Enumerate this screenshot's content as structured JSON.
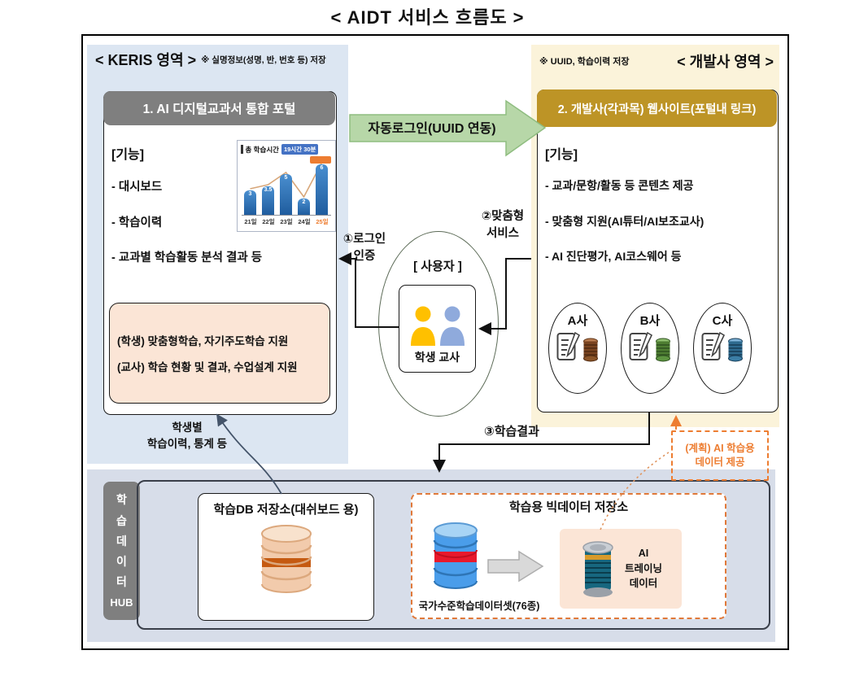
{
  "page_title": "< AIDT 서비스 흐름도 >",
  "keris": {
    "header": "< KERIS 영역 >",
    "note": "※ 실명정보(성명, 반, 번호 등) 저장",
    "portal": {
      "title": "1. AI 디지털교과서 통합 포털",
      "section_label": "[기능]",
      "features": [
        "- 대시보드",
        "- 학습이력",
        "- 교과별 학습활동 분석 결과 등"
      ],
      "support_box": {
        "student": "(학생) 맞춤형학습, 자기주도학습 지원",
        "teacher": "(교사) 학습 현황 및 결과, 수업설계 지원"
      }
    }
  },
  "developer": {
    "header": "< 개발사 영역 >",
    "note": "※ UUID, 학습이력 저장",
    "site": {
      "title": "2. 개발사(각과목) 웹사이트(포털내 링크)",
      "section_label": "[기능]",
      "features": [
        "- 교과/문항/활동 등 콘텐츠 제공",
        "- 맞춤형 지원(AI튜터/AI보조교사)",
        "- AI 진단평가, AI코스웨어 등"
      ],
      "companies": [
        "A사",
        "B사",
        "C사"
      ]
    },
    "plan_note": {
      "line1": "(계획) AI 학습용",
      "line2": "데이터 제공"
    }
  },
  "user_group": {
    "title": "[ 사용자 ]",
    "members": "학생 교사"
  },
  "flows": {
    "auto_login": "자동로그인(UUID 연동)",
    "step1": {
      "line1": "①로그인",
      "line2": "인증"
    },
    "step2": {
      "line1": "②맞춤형",
      "line2": "서비스"
    },
    "step3": "③학습결과",
    "per_student": {
      "line1": "학생별",
      "line2": "학습이력, 통계 등"
    }
  },
  "hub": {
    "tab_letters": [
      "학",
      "습",
      "데",
      "이",
      "터",
      "HUB"
    ],
    "dashboard_db": "학습DB 저장소(대쉬보드 용)",
    "bigdata": {
      "title": "학습용 빅데이터 저장소",
      "dataset": "국가수준학습데이터셋(76종)",
      "training": {
        "line1": "AI",
        "line2": "트레이닝",
        "line3": "데이터"
      }
    }
  },
  "colors": {
    "keris_panel": "#dce6f2",
    "developer_panel": "#fbf3da",
    "portal_header": "#7f7f7f",
    "site_header": "#bd9426",
    "support_box": "#fbe5d6",
    "hub_band": "#d7dde9",
    "accent_orange": "#ed7d31",
    "green_arrow": "#b7d7a8"
  },
  "chart_data": {
    "type": "bar",
    "title": "총 학습시간",
    "total_badge": "19시간 30분",
    "categories": [
      "21일",
      "22일",
      "23일",
      "24일",
      "25일"
    ],
    "values": [
      3,
      3.5,
      5,
      2,
      6
    ],
    "ylim": [
      0,
      7
    ],
    "highlight_last_category": true,
    "trend_line": true
  }
}
